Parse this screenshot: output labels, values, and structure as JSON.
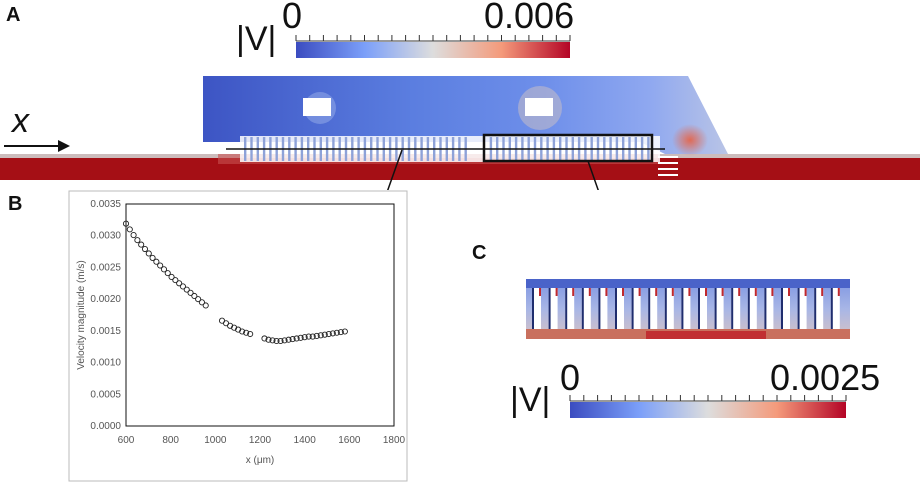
{
  "panels": {
    "a": "A",
    "b": "B",
    "c": "C"
  },
  "x_axis_symbol": "x",
  "colorbar_a": {
    "title": "|V|",
    "min_label": "0",
    "max_label": "0.006"
  },
  "colorbar_c": {
    "title": "|V|",
    "min_label": "0",
    "max_label": "0.0025"
  },
  "colors": {
    "low": "#3b4cc0",
    "mid": "#dddddd",
    "high": "#b40426"
  },
  "chart_data": {
    "type": "scatter",
    "xlabel": "x (μm)",
    "ylabel": "Velocity magnitude (m/s)",
    "xlim": [
      600,
      1800
    ],
    "ylim": [
      0,
      0.0035
    ],
    "xticks": [
      "600",
      "800",
      "1000",
      "1200",
      "1400",
      "1600",
      "1800"
    ],
    "yticks": [
      "0.0000",
      "0.0005",
      "0.0010",
      "0.0015",
      "0.0020",
      "0.0025",
      "0.0030",
      "0.0035"
    ],
    "grid": false,
    "x": [
      600,
      617,
      634,
      651,
      668,
      685,
      702,
      719,
      736,
      753,
      770,
      787,
      804,
      821,
      838,
      855,
      872,
      889,
      906,
      923,
      940,
      957,
      1030,
      1048,
      1066,
      1084,
      1102,
      1120,
      1138,
      1156,
      1220,
      1238,
      1256,
      1274,
      1292,
      1310,
      1328,
      1346,
      1364,
      1382,
      1400,
      1418,
      1436,
      1454,
      1472,
      1490,
      1508,
      1526,
      1544,
      1562,
      1580
    ],
    "y": [
      0.00319,
      0.0031,
      0.00301,
      0.00293,
      0.00286,
      0.00279,
      0.00272,
      0.00265,
      0.00259,
      0.00253,
      0.00247,
      0.00241,
      0.00235,
      0.0023,
      0.00225,
      0.0022,
      0.00215,
      0.0021,
      0.00205,
      0.002,
      0.00195,
      0.0019,
      0.00166,
      0.00162,
      0.00158,
      0.00155,
      0.00152,
      0.00149,
      0.00147,
      0.00145,
      0.00138,
      0.00136,
      0.00135,
      0.00134,
      0.00134,
      0.00135,
      0.00136,
      0.00137,
      0.00138,
      0.00139,
      0.0014,
      0.00141,
      0.00141,
      0.00142,
      0.00143,
      0.00144,
      0.00145,
      0.00146,
      0.00147,
      0.00148,
      0.00149
    ]
  }
}
